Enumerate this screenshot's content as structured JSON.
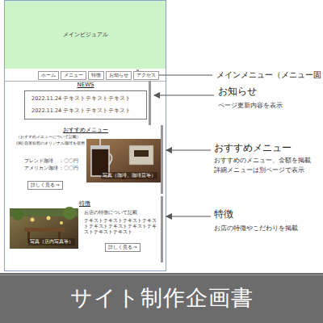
{
  "diagram": {
    "title": "サイト制作企画書",
    "nodes": [
      {
        "text": [
          "メインビジュアル"
        ]
      },
      {
        "text": [
          "ホーム"
        ]
      },
      {
        "text": [
          "メニュー"
        ]
      },
      {
        "text": [
          "特徴"
        ]
      },
      {
        "text": [
          "お知らせ"
        ]
      },
      {
        "text": [
          "アクセス"
        ]
      },
      {
        "text": [
          "NEWS",
          "2022.11.24 テキストテキストテキスト",
          "2022.11.24 テキストテキストテキスト"
        ]
      },
      {
        "text": [
          "写真（珈琲、珈琲豆等）"
        ]
      },
      {
        "text": [
          "詳しく見る⇒"
        ]
      },
      {
        "text": [
          "写真（店内写真等）"
        ]
      },
      {
        "text": [
          "詳しく見る⇒"
        ]
      }
    ],
    "labels": [
      "おすすめメニュー",
      "（おすすめメニューについて記載）",
      "(例) 自家焙煎のオリジナル珈琲を使用",
      "ブレンド珈琲",
      "：〇〇円",
      "アメリカン珈琲",
      "：〇〇円",
      "特徴",
      "お店の特徴について記載",
      "テキストテキストテキストテキストテキストテキストテキストテキストテキストテキスト",
      "メインメニュー（メニュー固",
      "お知らせ",
      "ページ更新内容を表示",
      "おすすめメニュー",
      "おすすめのメニュー、金額を掲載",
      "詳細メニューは別ページで表示",
      "特徴",
      "お店の特徴やこだわりを掲載"
    ]
  }
}
